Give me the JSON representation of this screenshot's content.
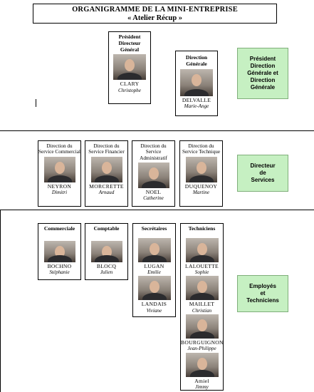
{
  "title": {
    "line1": "ORGANIGRAMME DE LA MINI-ENTREPRISE",
    "line2": "« Atelier Récup »"
  },
  "top": [
    {
      "role": "Président Directeur Général",
      "surname": "CLARY",
      "first": "Christophe"
    },
    {
      "role": "Direction Générale",
      "surname": "DELVALLE",
      "first": "Marie-Ange"
    }
  ],
  "services": [
    {
      "role": "Direction du Service Commercial",
      "surname": "NEYRON",
      "first": "Dimitri"
    },
    {
      "role": "Direction du Service Financier",
      "surname": "MORCRETTE",
      "first": "Arnaud"
    },
    {
      "role": "Direction du Service Administratif",
      "surname": "NOEL",
      "first": "Catherine"
    },
    {
      "role": "Direction du Service Technique",
      "surname": "DUQUENOY",
      "first": "Martine"
    }
  ],
  "staff": {
    "commerciale": {
      "role": "Commerciale",
      "people": [
        {
          "surname": "BOCHNO",
          "first": "Stéphanie"
        }
      ]
    },
    "comptable": {
      "role": "Comptable",
      "people": [
        {
          "surname": "BLOCQ",
          "first": "Julien"
        }
      ]
    },
    "secretaires": {
      "role": "Secrétaires",
      "people": [
        {
          "surname": "LUGAN",
          "first": "Emilie"
        },
        {
          "surname": "LANDAIS",
          "first": "Viviane"
        }
      ]
    },
    "techniciens": {
      "role": "Techniciens",
      "people": [
        {
          "surname": "LALOUETTE",
          "first": "Sophie"
        },
        {
          "surname": "MAILLET",
          "first": "Christian"
        },
        {
          "surname": "BOURGUIGNON",
          "first": "Jean-Philippe"
        },
        {
          "surname": "Amiel",
          "first": "Jimmy"
        }
      ]
    }
  },
  "legend": {
    "top": "Président Direction Générale et Direction Générale",
    "middle": "Directeur de Services",
    "bottom": "Employés et Techniciens"
  }
}
